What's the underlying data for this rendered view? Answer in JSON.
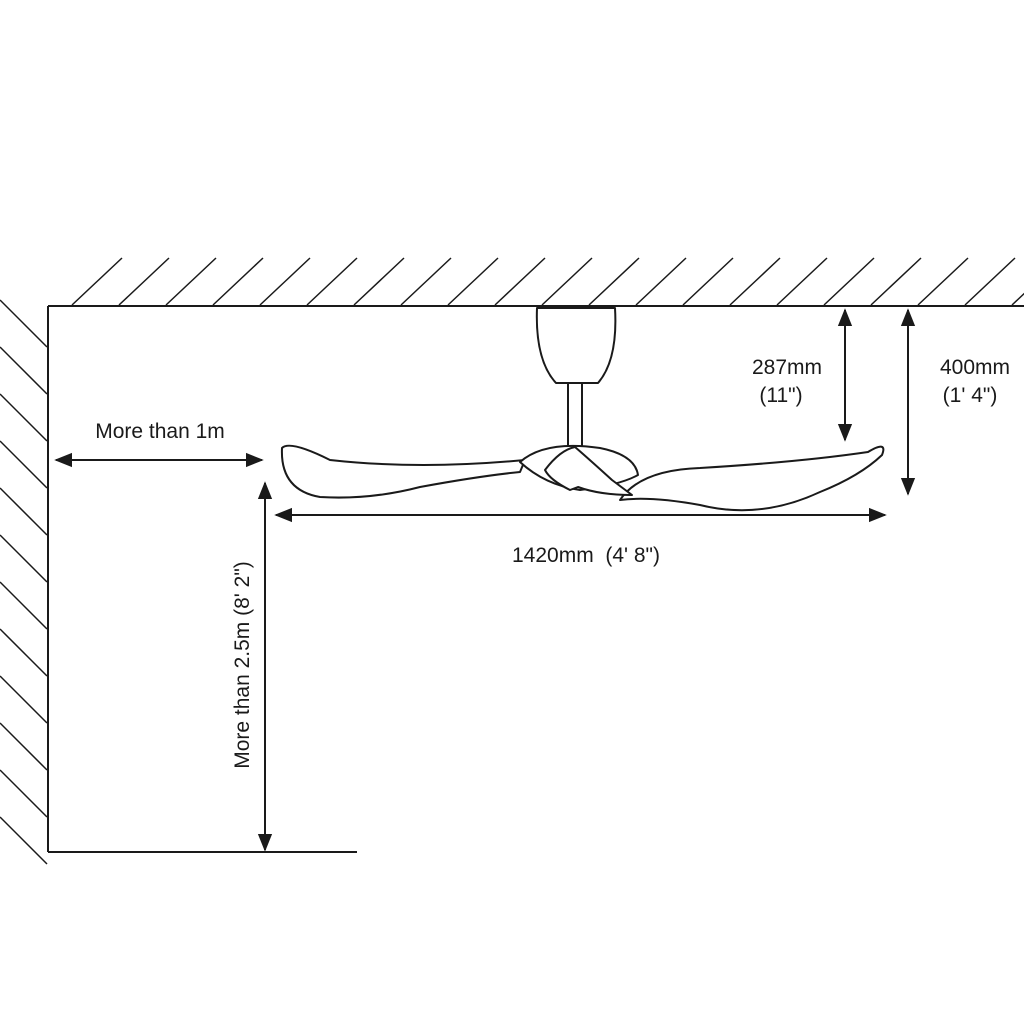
{
  "labels": {
    "side_clearance": "More than 1m",
    "floor_clearance": "More than 2.5m (8' 2\")",
    "fan_diameter": "1420mm  (4' 8\")",
    "blade_drop_mm": "287mm",
    "blade_drop_in": "(11\")",
    "overall_height_mm": "400mm",
    "overall_height_in": "(1' 4\")"
  }
}
